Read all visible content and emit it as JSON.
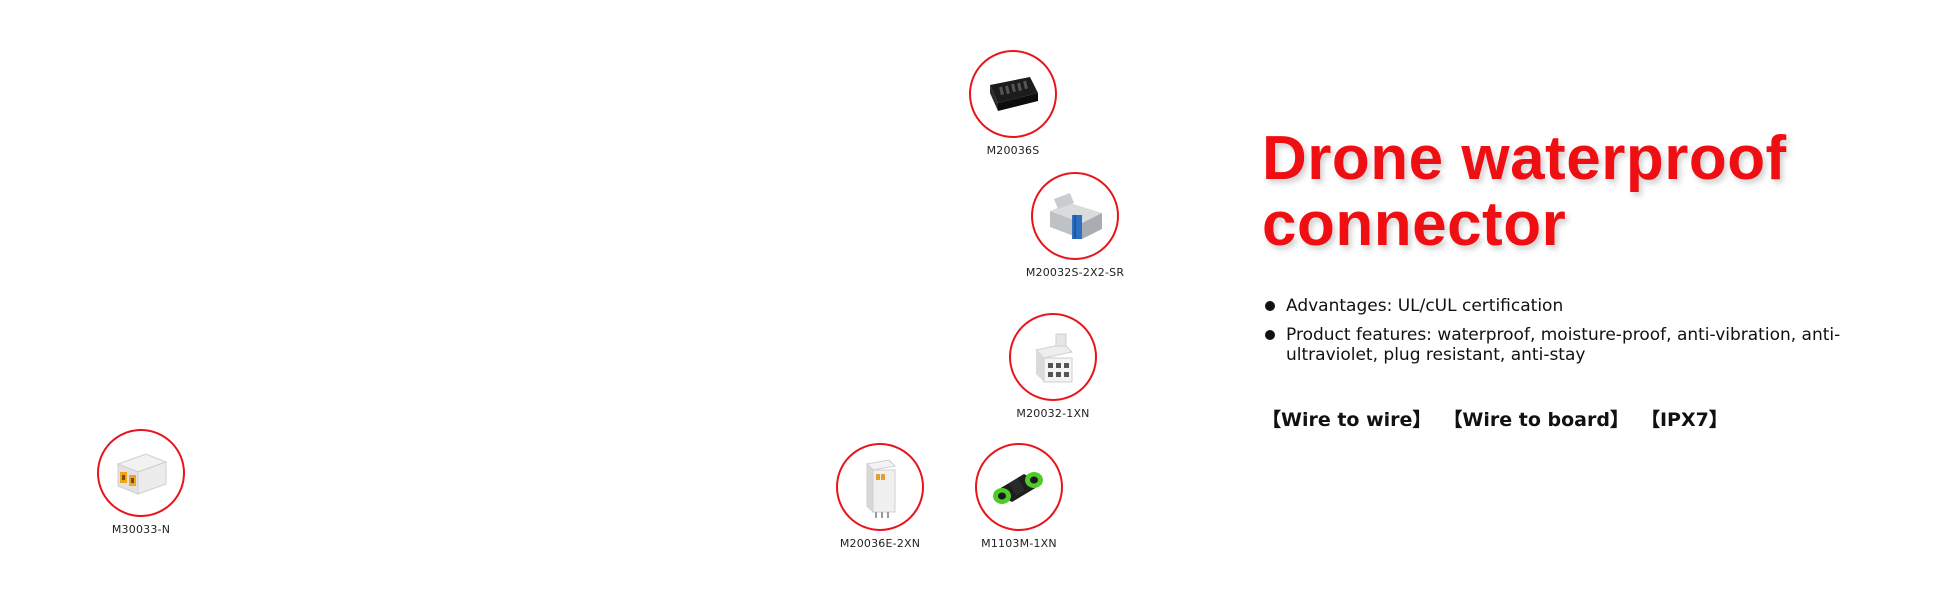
{
  "products": [
    {
      "label": "M20036S",
      "icon": "connector-black-icon"
    },
    {
      "label": "M20032S-2X2-SR",
      "icon": "connector-blue-seal-icon"
    },
    {
      "label": "M20032-1XN",
      "icon": "connector-white-housing-icon"
    },
    {
      "label": "M30033-N",
      "icon": "connector-orange-terminal-icon"
    },
    {
      "label": "M20036E-2XN",
      "icon": "connector-white-tall-icon"
    },
    {
      "label": "M1103M-1XN",
      "icon": "connector-green-black-icon"
    }
  ],
  "headline": {
    "line1": "Drone waterproof",
    "line2": "connector"
  },
  "features": [
    "Advantages: UL/cUL certification",
    "Product features: waterproof, moisture-proof, anti-vibration, anti-ultraviolet, plug resistant, anti-stay"
  ],
  "tags": [
    "【Wire to wire】",
    "【Wire to board】",
    "【IPX7】"
  ],
  "colors": {
    "accent": "#ef0e12",
    "ring": "#e8141c",
    "text": "#111111"
  }
}
